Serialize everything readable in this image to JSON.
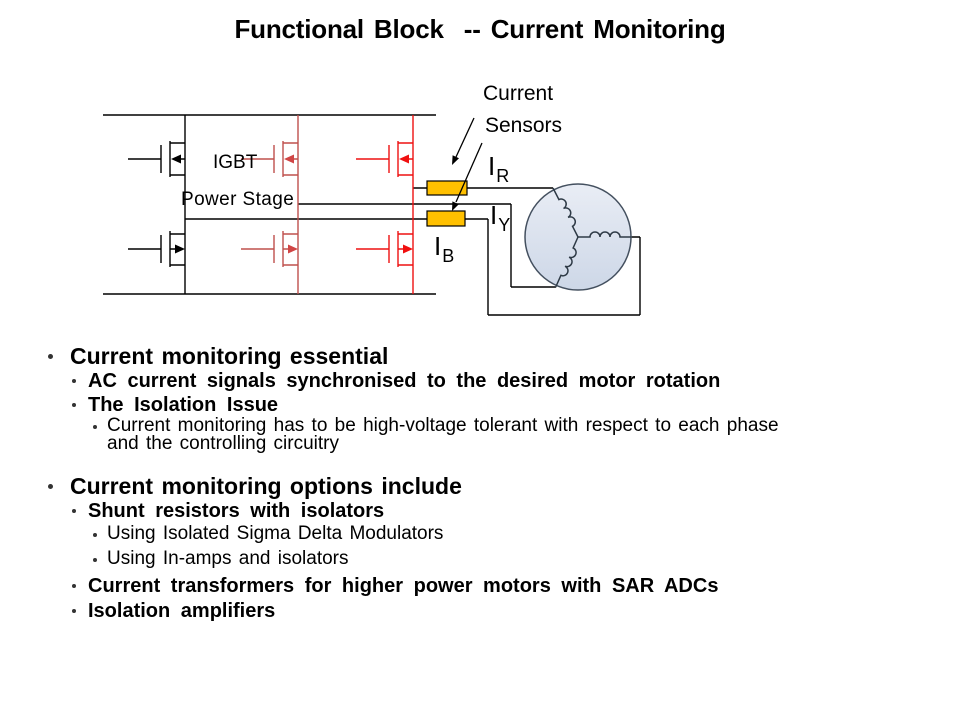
{
  "title": "Functional Block  -- Current Monitoring",
  "diagram": {
    "labels": {
      "igbt": "IGBT",
      "power_stage": "Power Stage",
      "sensors_caption_line1": "Current",
      "sensors_caption_line2": "Sensors",
      "i_r": {
        "base": "I",
        "sub": "R"
      },
      "i_y": {
        "base": "I",
        "sub": "Y"
      },
      "i_b": {
        "base": "I",
        "sub": "B"
      }
    },
    "components": {
      "power_stage": "3-phase IGBT half-bridge inverter, 3 legs, 6 transistors",
      "current_sensors": 2,
      "motor": "3-phase star-wound motor"
    }
  },
  "colors": {
    "text": "#000000",
    "wire": "#000000",
    "leg1": "#000000",
    "leg2": "#bf504d",
    "leg2_arrow": "#d04545",
    "leg3": "#ee1111",
    "leg3_arrow": "#f01010",
    "sensor_fill": "#ffc000",
    "sensor_stroke": "#000000",
    "motor_fill_top": "#e9edf5",
    "motor_fill_bottom": "#cdd7e7",
    "motor_stroke": "#44505f",
    "winding": "#2e3a46",
    "bullet_dot": "#333333"
  },
  "bullets": [
    {
      "text": "Current monitoring essential"
    },
    {
      "text": "AC current signals synchronised to the desired motor rotation"
    },
    {
      "text": "The Isolation Issue"
    },
    {
      "line1": "Current monitoring has to be high-voltage tolerant with respect to each phase",
      "line2": "and the controlling circuitry"
    },
    {
      "text": "Current monitoring options include"
    },
    {
      "text": "Shunt resistors with isolators"
    },
    {
      "text": "Using Isolated Sigma Delta Modulators"
    },
    {
      "text": "Using In-amps and isolators"
    },
    {
      "text": "Current transformers for higher power motors with SAR ADCs"
    },
    {
      "text": "Isolation amplifiers"
    }
  ]
}
